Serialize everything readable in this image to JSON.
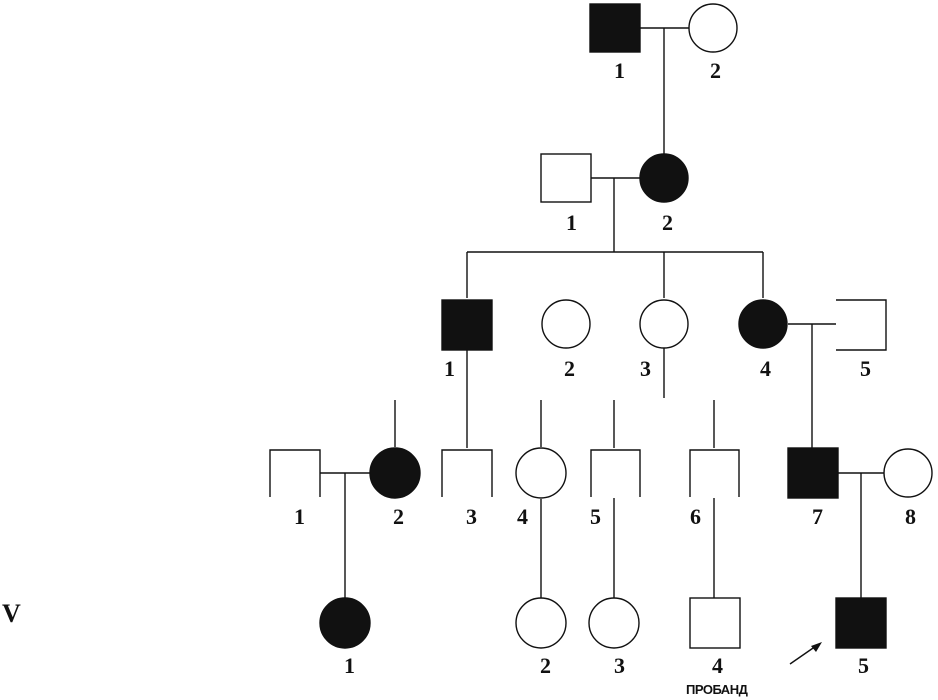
{
  "generation_label": "V",
  "proband_label": "ПРОБАНД",
  "individuals": {
    "g1_1": {
      "number": "1",
      "sex": "male",
      "affected": true
    },
    "g1_2": {
      "number": "2",
      "sex": "female",
      "affected": false
    },
    "g2_1": {
      "number": "1",
      "sex": "male",
      "affected": false
    },
    "g2_2": {
      "number": "2",
      "sex": "female",
      "affected": true
    },
    "g3_1": {
      "number": "1",
      "sex": "male",
      "affected": true
    },
    "g3_2": {
      "number": "2",
      "sex": "female",
      "affected": false
    },
    "g3_3": {
      "number": "3",
      "sex": "female",
      "affected": false
    },
    "g3_4": {
      "number": "4",
      "sex": "female",
      "affected": true
    },
    "g3_5": {
      "number": "5",
      "sex": "male",
      "affected": false
    },
    "g4_1": {
      "number": "1",
      "sex": "male",
      "affected": false
    },
    "g4_2": {
      "number": "2",
      "sex": "female",
      "affected": true
    },
    "g4_3": {
      "number": "3",
      "sex": "male",
      "affected": false
    },
    "g4_4": {
      "number": "4",
      "sex": "female",
      "affected": false
    },
    "g4_5": {
      "number": "5",
      "sex": "male",
      "affected": false
    },
    "g4_6": {
      "number": "6",
      "sex": "male",
      "affected": false
    },
    "g4_7": {
      "number": "7",
      "sex": "male",
      "affected": true
    },
    "g4_8": {
      "number": "8",
      "sex": "female",
      "affected": false
    },
    "g5_1": {
      "number": "1",
      "sex": "female",
      "affected": true
    },
    "g5_2": {
      "number": "2",
      "sex": "female",
      "affected": false
    },
    "g5_3": {
      "number": "3",
      "sex": "female",
      "affected": false
    },
    "g5_4": {
      "number": "4",
      "sex": "male",
      "affected": false
    },
    "g5_5": {
      "number": "5",
      "sex": "male",
      "affected": true,
      "proband": true
    }
  }
}
